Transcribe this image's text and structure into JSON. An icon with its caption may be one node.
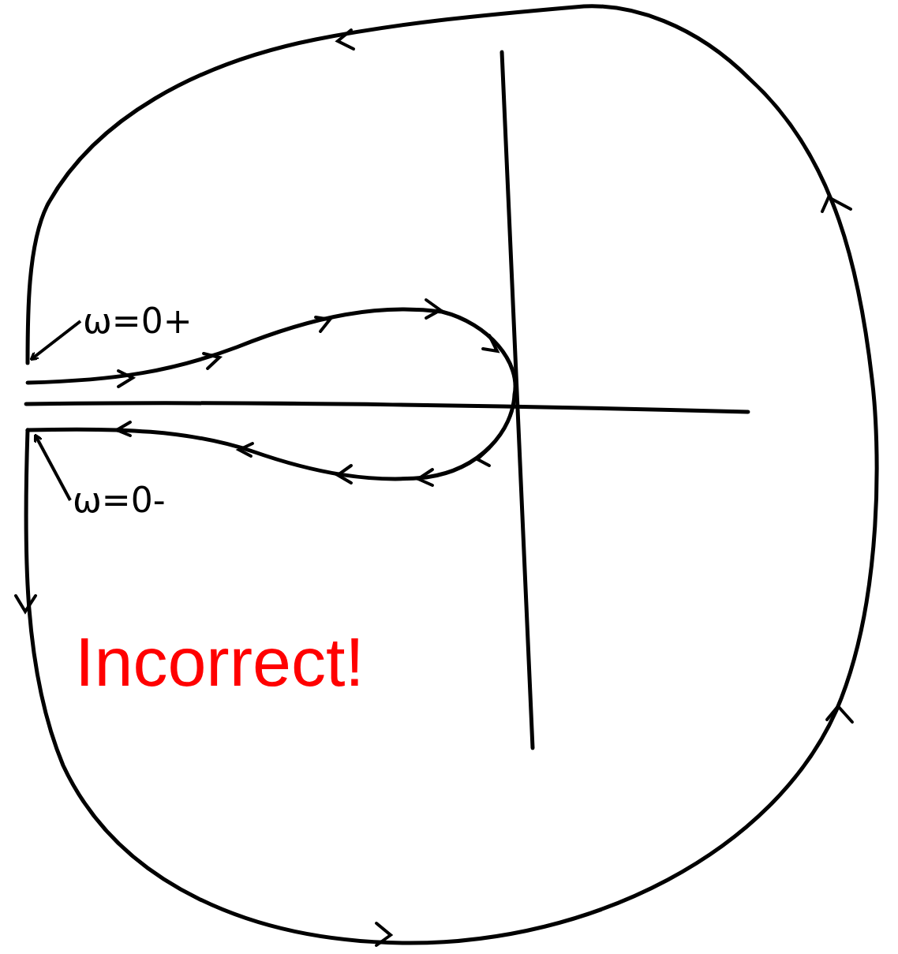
{
  "diagram": {
    "nodes": [
      {
        "text": [
          "ω=0+"
        ]
      },
      {
        "text": [
          "ω=0-"
        ]
      }
    ],
    "edges": [
      {
        "from": 0,
        "to": null,
        "arrow": "to"
      },
      {
        "from": 1,
        "to": null,
        "arrow": "to"
      }
    ],
    "labels": [
      "Incorrect!"
    ]
  }
}
